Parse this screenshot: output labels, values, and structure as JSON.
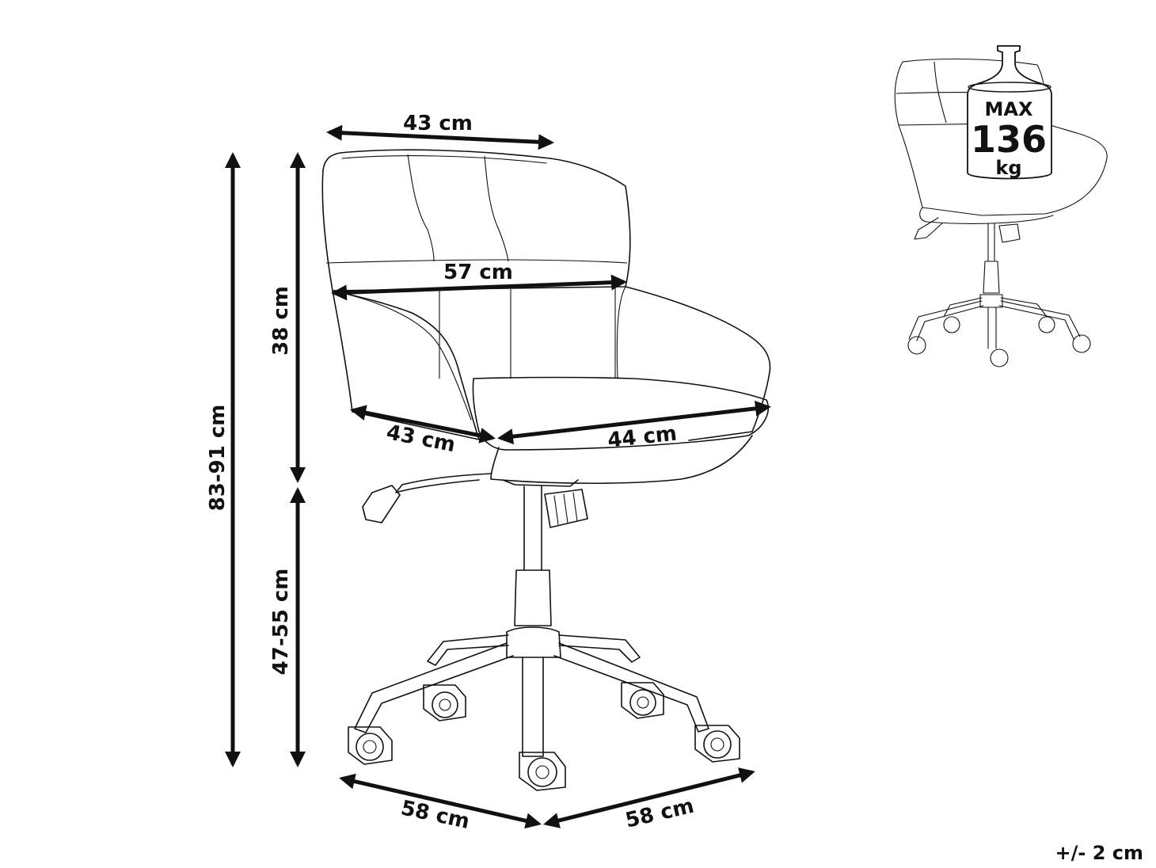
{
  "dimensions": {
    "top_back_width": "43 cm",
    "arm_width": "57 cm",
    "seat_depth": "43 cm",
    "seat_width": "44 cm",
    "back_height": "38 cm",
    "total_height": "83-91 cm",
    "seat_height": "47-55 cm",
    "base_left": "58 cm",
    "base_right": "58 cm"
  },
  "weight_badge": {
    "line1": "MAX",
    "line2": "136",
    "line3": "kg"
  },
  "tolerance": "+/- 2 cm",
  "colors": {
    "ink": "#111111",
    "background": "#ffffff"
  }
}
